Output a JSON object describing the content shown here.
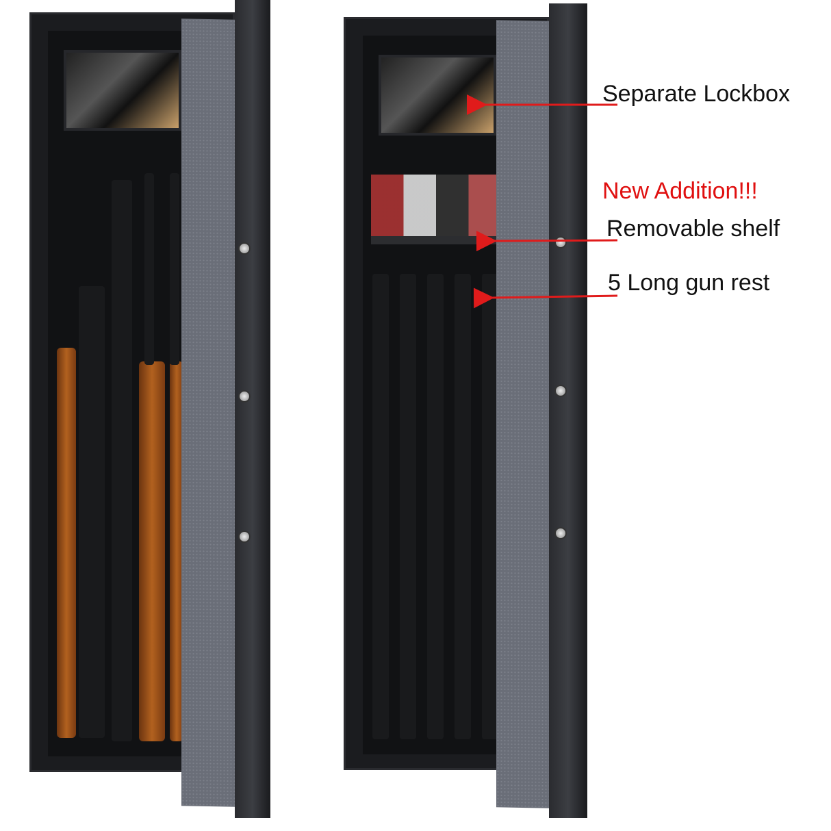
{
  "callouts": {
    "lockbox": "Separate Lockbox",
    "new_addition": "New Addition!!!",
    "shelf": "Removable shelf",
    "gun_rest": "5 Long gun rest"
  },
  "colors": {
    "arrow": "#e01b1b",
    "new_addition": "#e01010",
    "felt": "#6a6e78",
    "safe": "#1b1c1f",
    "wood": "#b2611f"
  }
}
